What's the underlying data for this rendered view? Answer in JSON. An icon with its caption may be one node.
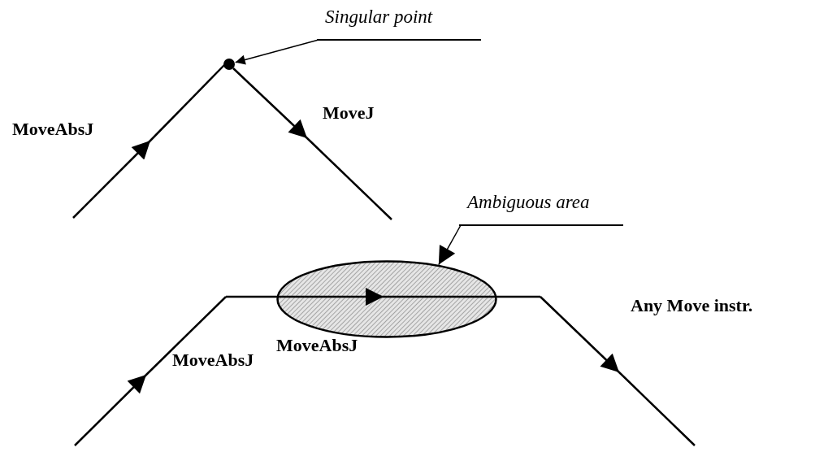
{
  "diagram": {
    "nodes": [
      {
        "text": [
          "Singular point"
        ]
      },
      {
        "text": [],
        "shape": "circle"
      },
      {
        "text": [
          "Ambiguous area"
        ]
      },
      {
        "text": [],
        "shape": "ellipse"
      }
    ],
    "edges": [
      {
        "from": 0,
        "to": 1,
        "arrow": "to"
      },
      {
        "from": 2,
        "to": 3,
        "arrow": "to"
      }
    ],
    "labels": [
      "MoveAbsJ",
      "MoveJ",
      "MoveAbsJ",
      "Any Move instr.",
      "MoveAbsJ"
    ]
  }
}
